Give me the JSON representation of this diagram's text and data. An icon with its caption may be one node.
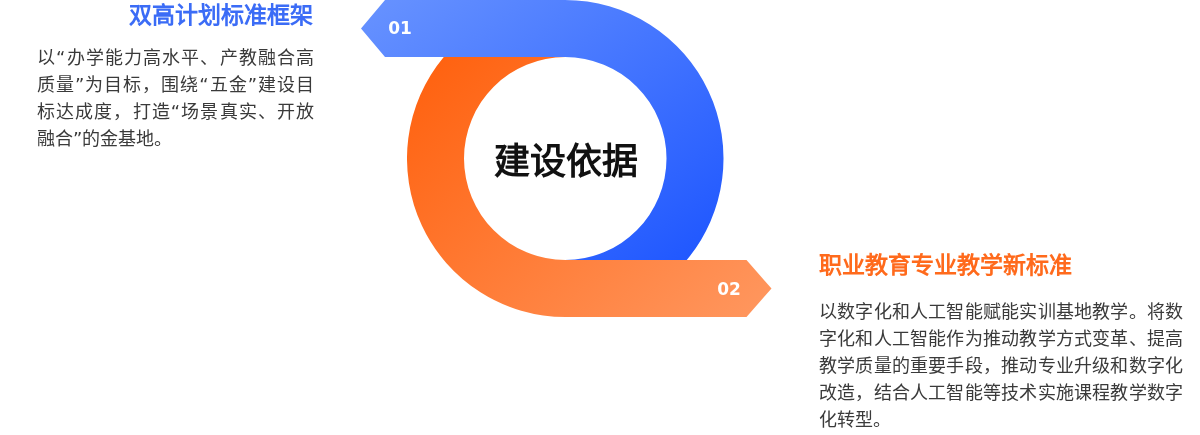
{
  "diagram": {
    "nodes": [
      {
        "text": [
          "01"
        ],
        "beside": [
          "双高计划标准框架",
          "以“办学能力高水平、产教融合高质量”为目标，围绕“五金”建设目标达成度，打造“场景真实、开放融合”的金基地。"
        ]
      },
      {
        "text": [
          "建设依据"
        ]
      },
      {
        "text": [
          "02"
        ],
        "beside": [
          "职业教育专业教学新标准",
          "以数字化和人工智能赋能实训基地教学。将数字化和人工智能作为推动教学方式变革、提高教学质量的重要手段，推动专业升级和数字化改造，结合人工智能等技术实施课程教学数字化转型。"
        ]
      }
    ]
  }
}
